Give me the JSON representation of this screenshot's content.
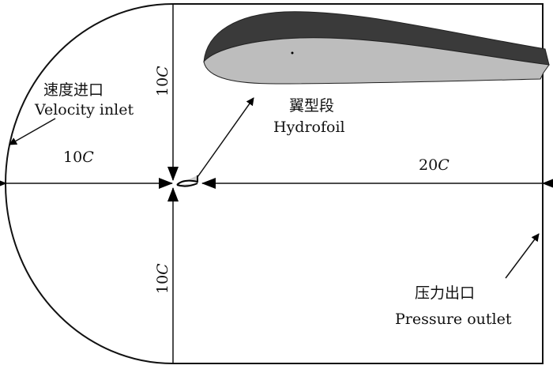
{
  "labels": {
    "inlet_cn": "速度进口",
    "inlet_en": "Velocity inlet",
    "hydrofoil_cn": "翼型段",
    "hydrofoil_en": "Hydrofoil",
    "outlet_cn": "压力出口",
    "outlet_en": "Pressure outlet"
  },
  "dimensions": {
    "upstream": {
      "num": "10",
      "unit": "C"
    },
    "downstream": {
      "num": "20",
      "unit": "C"
    },
    "top": {
      "num": "10",
      "unit": "C"
    },
    "bottom": {
      "num": "10",
      "unit": "C"
    }
  }
}
